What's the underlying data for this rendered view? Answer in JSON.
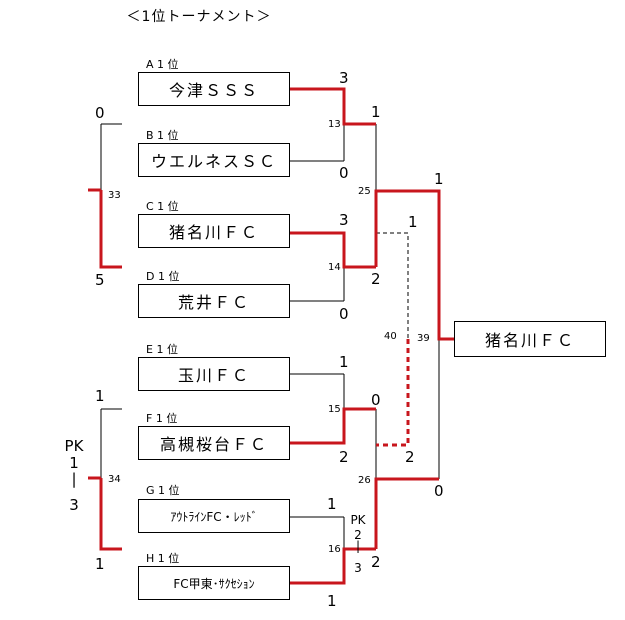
{
  "title": "＜1位トーナメント＞",
  "teams": [
    {
      "label": "A 1 位",
      "name": "今津ＳＳＳ",
      "score": "3"
    },
    {
      "label": "B 1 位",
      "name": "ウエルネスＳＣ",
      "score": "0"
    },
    {
      "label": "C 1 位",
      "name": "猪名川ＦＣ",
      "score": "3"
    },
    {
      "label": "D 1 位",
      "name": "荒井ＦＣ",
      "score": "0"
    },
    {
      "label": "E 1 位",
      "name": "玉川ＦＣ",
      "score": "1"
    },
    {
      "label": "F 1 位",
      "name": "高槻桜台ＦＣ",
      "score": "2"
    },
    {
      "label": "G 1 位",
      "name": "ｱｳﾄﾗｲﾝFC・ﾚｯﾄﾞ",
      "score": "1"
    },
    {
      "label": "H 1 位",
      "name": "FC甲東･ｻｸｾｼｮﾝ",
      "score": "1"
    }
  ],
  "matches": {
    "m13": {
      "number": "13",
      "score_top": "1",
      "score_bottom": "2"
    },
    "m14": {
      "number": "14"
    },
    "m15": {
      "number": "15",
      "score_top": "0",
      "score_bottom": "2"
    },
    "m16": {
      "number": "16",
      "pk_label": "PK",
      "pk_top": "2",
      "pk_bottom": "3"
    },
    "m25": {
      "number": "25",
      "score_top": "1",
      "score_bottom": "1"
    },
    "m26": {
      "number": "26",
      "score_bottom": "0"
    },
    "m33": {
      "number": "33",
      "score_top": "0",
      "score_bottom": "5"
    },
    "m34": {
      "number": "34",
      "score_top": "1",
      "score_bottom": "1",
      "pk_label": "PK",
      "pk_top": "1",
      "pk_bottom": "3"
    },
    "m39": {
      "number": "39"
    },
    "m40": {
      "number": "40",
      "score_bottom": "2"
    }
  },
  "winner": "猪名川ＦＣ",
  "colors": {
    "win_line": "#c8161d",
    "line": "#000000"
  }
}
